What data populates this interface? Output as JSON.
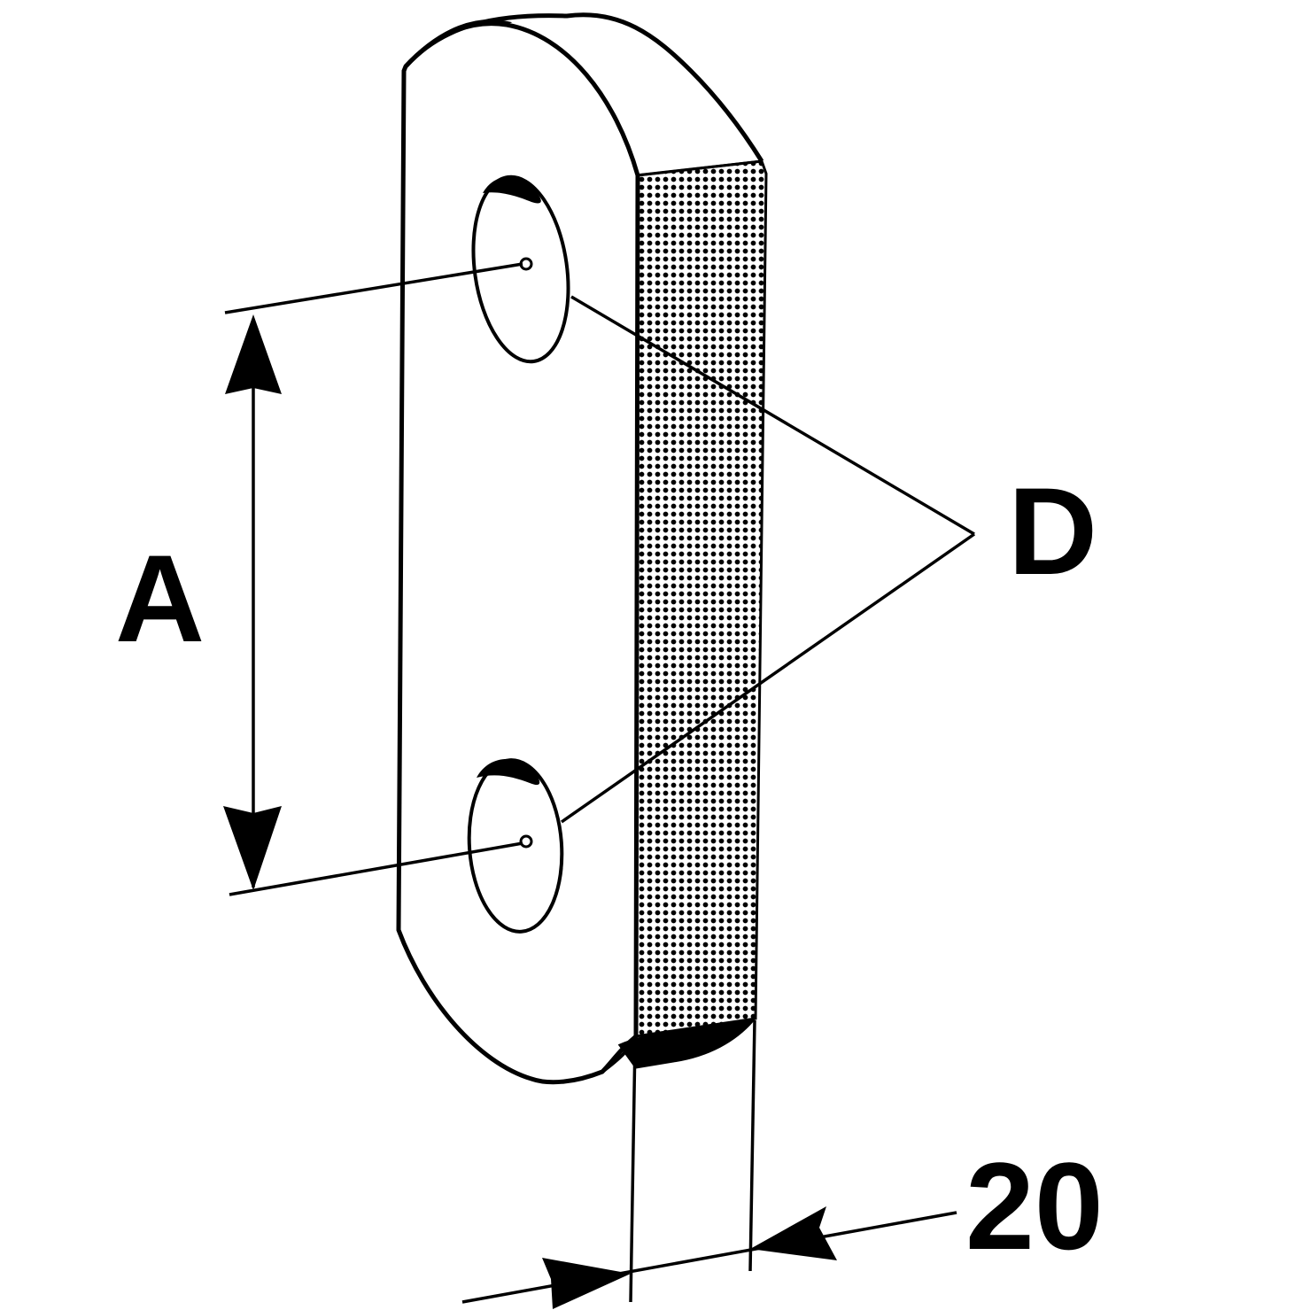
{
  "labels": {
    "distance": "A",
    "diameter": "D",
    "thickness": "20"
  },
  "colors": {
    "ink": "#000000",
    "paper": "#ffffff"
  }
}
